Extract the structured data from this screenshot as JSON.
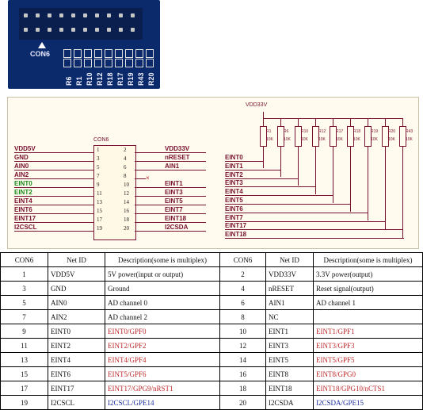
{
  "pcb": {
    "connector_label": "CON6",
    "resistors": [
      "R6",
      "R1",
      "R10",
      "R12",
      "R18",
      "R17",
      "R19",
      "R43",
      "R20"
    ]
  },
  "schematic": {
    "connector": "CON6",
    "supply": "VDD33V",
    "left_signals": [
      "VDD5V",
      "GND",
      "AIN0",
      "AIN2",
      "EINT0",
      "EINT2",
      "EINT4",
      "EINT6",
      "EINT17",
      "I2CSCL"
    ],
    "left_pins": [
      "1",
      "3",
      "5",
      "7",
      "9",
      "11",
      "13",
      "15",
      "17",
      "19"
    ],
    "right_signals": [
      "VDD33V",
      "nRESET",
      "AIN1",
      "",
      "EINT1",
      "EINT3",
      "EINT5",
      "EINT7",
      "EINT18",
      "I2CSDA"
    ],
    "right_pins": [
      "2",
      "4",
      "6",
      "8",
      "10",
      "12",
      "14",
      "16",
      "18",
      "20"
    ],
    "bus_signals": [
      "EINT0",
      "EINT1",
      "EINT2",
      "EINT3",
      "EINT4",
      "EINT5",
      "EINT6",
      "EINT7",
      "EINT17",
      "EINT18"
    ],
    "resistor_names": [
      "R1",
      "R6",
      "R10",
      "R12",
      "R17",
      "R18",
      "R19",
      "R20",
      "R43"
    ],
    "resistor_value": "10K",
    "colors": {
      "wire": "#7a1030",
      "green_net": "#1a8a1a"
    }
  },
  "table": {
    "headers": [
      "CON6",
      "Net ID",
      "Description(some is multiplex)",
      "CON6",
      "Net ID",
      "Description(some is multiplex)"
    ],
    "rows": [
      {
        "p1": "1",
        "n1": "VDD5V",
        "d1": "5V power(input or output)",
        "c1": "",
        "p2": "2",
        "n2": "VDD33V",
        "d2": "3.3V power(output)",
        "c2": ""
      },
      {
        "p1": "3",
        "n1": "GND",
        "d1": "Ground",
        "c1": "",
        "p2": "4",
        "n2": "nRESET",
        "d2": "Reset signal(output)",
        "c2": ""
      },
      {
        "p1": "5",
        "n1": "AIN0",
        "d1": "AD channel 0",
        "c1": "",
        "p2": "6",
        "n2": "AIN1",
        "d2": "AD channel 1",
        "c2": ""
      },
      {
        "p1": "7",
        "n1": "AIN2",
        "d1": "AD channel 2",
        "c1": "",
        "p2": "8",
        "n2": "NC",
        "d2": "",
        "c2": ""
      },
      {
        "p1": "9",
        "n1": "EINT0",
        "d1": "EINT0/GPF0",
        "c1": "red",
        "p2": "10",
        "n2": "EINT1",
        "d2": "EINT1/GPF1",
        "c2": "red"
      },
      {
        "p1": "11",
        "n1": "EINT2",
        "d1": "EINT2/GPF2",
        "c1": "red",
        "p2": "12",
        "n2": "EINT3",
        "d2": "EINT3/GPF3",
        "c2": "red"
      },
      {
        "p1": "13",
        "n1": "EINT4",
        "d1": "EINT4/GPF4",
        "c1": "red",
        "p2": "14",
        "n2": "EINT5",
        "d2": "EINT5/GPF5",
        "c2": "red"
      },
      {
        "p1": "15",
        "n1": "EINT6",
        "d1": "EINT5/GPF6",
        "c1": "red",
        "p2": "16",
        "n2": "EINT8",
        "d2": "EINT8/GPG0",
        "c2": "red"
      },
      {
        "p1": "17",
        "n1": "EINT17",
        "d1": "EINT17/GPG9/nRST1",
        "c1": "red",
        "p2": "18",
        "n2": "EINT18",
        "d2": "EINT18/GPG10/nCTS1",
        "c2": "red"
      },
      {
        "p1": "19",
        "n1": "I2CSCL",
        "d1": "I2CSCL/GPE14",
        "c1": "blue",
        "p2": "20",
        "n2": "I2CSDA",
        "d2": "I2CSDA/GPE15",
        "c2": "blue"
      }
    ]
  }
}
